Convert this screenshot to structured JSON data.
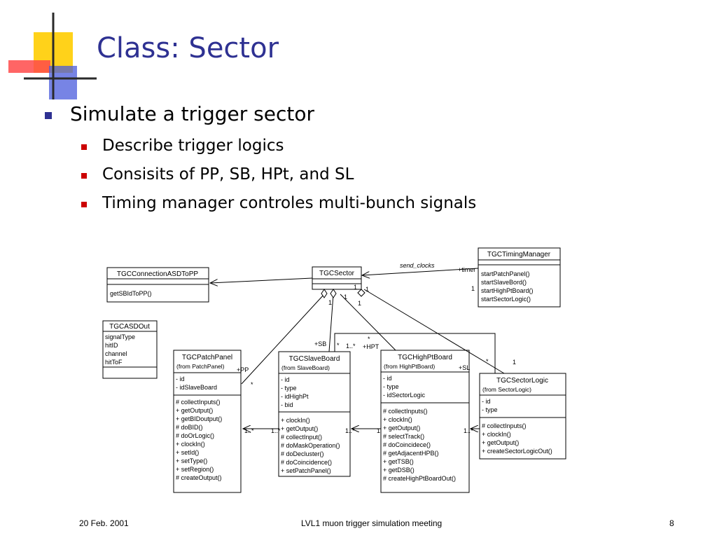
{
  "slide": {
    "title": "Class: Sector",
    "bullet_main": "Simulate a trigger sector",
    "sub_bullets": [
      "Describe trigger logics",
      "Consisits of PP, SB, HPt, and SL",
      "Timing manager controles multi-bunch signals"
    ]
  },
  "diagram": {
    "timing_manager": {
      "name": "TGCTimingManager",
      "ops": [
        "startPatchPanel()",
        "startSlaveBord()",
        "startHighPtBoard()",
        "startSectorLogic()"
      ]
    },
    "connection": {
      "name": "TGCConnectionASDToPP",
      "ops": [
        "getSBIdToPP()"
      ]
    },
    "sector": {
      "name": "TGCSector"
    },
    "asdout": {
      "name": "TGCASDOut",
      "attrs": [
        "signalType",
        "hitID",
        "channel",
        "hitToF"
      ]
    },
    "patch_panel": {
      "name": "TGCPatchPanel",
      "from": "(from PatchPanel)",
      "attrs": [
        "- id",
        "- idSlaveBoard"
      ],
      "ops": [
        "# collectInputs()",
        "+ getOutput()",
        "+ getBIDoutput()",
        "# doBID()",
        "# doOrLogic()",
        "+ clockIn()",
        "+ setId()",
        "+ setType()",
        "+ setRegion()",
        "# createOutput()"
      ]
    },
    "slave_board": {
      "name": "TGCSlaveBoard",
      "from": "(from SlaveBoard)",
      "attrs": [
        "- id",
        "- type",
        "- idHighPt",
        "- bid"
      ],
      "ops": [
        "+ clockIn()",
        "+ getOutput()",
        "# collectInput()",
        "# doMaskOperation()",
        "# doDecluster()",
        "# doCoincidence()",
        "+ setPatchPanel()"
      ]
    },
    "highpt_board": {
      "name": "TGCHighPtBoard",
      "from": "(from HighPtBoard)",
      "attrs": [
        "- id",
        "- type",
        "- idSectorLogic"
      ],
      "ops": [
        "# collectInputs()",
        "+ clockIn()",
        "+ getOutput()",
        "# selectTrack()",
        "# doCoincidece()",
        "# getAdjacentHPB()",
        "+ getTSB()",
        "+ getDSB()",
        "# createHighPtBoardOut()"
      ]
    },
    "sector_logic": {
      "name": "TGCSectorLogic",
      "from": "(from SectorLogic)",
      "attrs": [
        "- id",
        "- type"
      ],
      "ops": [
        "# collectInputs()",
        "+ clockIn()",
        "+ getOutput()",
        "+ createSectorLogicOut()"
      ]
    },
    "labels": {
      "send_clocks": "send_clocks",
      "timer": "+timer",
      "one": "1",
      "star": "*",
      "pp": "+PP",
      "sb": "+SB",
      "hpt": "+HPT",
      "sl": "+SL",
      "one_star": "1..*"
    }
  },
  "footer": {
    "date": "20 Feb. 2001",
    "center": "LVL1 muon trigger simulation meeting",
    "page": "8"
  }
}
